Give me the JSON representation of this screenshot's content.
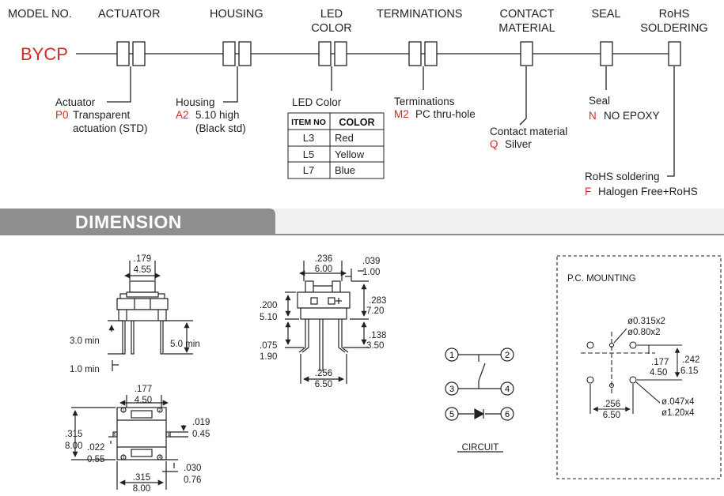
{
  "headers": {
    "model_no": "MODEL NO.",
    "actuator": "ACTUATOR",
    "housing": "HOUSING",
    "led_color_1": "LED",
    "led_color_2": "COLOR",
    "terminations": "TERMINATIONS",
    "contact_material_1": "CONTACT",
    "contact_material_2": "MATERIAL",
    "seal": "SEAL",
    "rohs_1": "RoHS",
    "rohs_2": "SOLDERING"
  },
  "model_prefix": "BYCP",
  "options": {
    "actuator": {
      "title": "Actuator",
      "code": "P0",
      "text_1": "Transparent",
      "text_2": "actuation (STD)"
    },
    "housing": {
      "title": "Housing",
      "code": "A2",
      "text_1": "5.10 high",
      "text_2": "(Black std)"
    },
    "led": {
      "title": "LED Color"
    },
    "terminations": {
      "title": "Terminations",
      "code": "M2",
      "text": "PC thru-hole"
    },
    "contact": {
      "title": "Contact material",
      "code": "Q",
      "text": "Silver"
    },
    "seal": {
      "title": "Seal",
      "code": "N",
      "text": "NO EPOXY"
    },
    "rohs": {
      "title": "RoHS soldering",
      "code": "F",
      "text": "Halogen Free+RoHS"
    }
  },
  "led_table": {
    "headers": [
      "ITEM NO",
      "COLOR"
    ],
    "rows": [
      [
        "L3",
        "Red"
      ],
      [
        "L5",
        "Yellow"
      ],
      [
        "L7",
        "Blue"
      ]
    ]
  },
  "section_title": "DIMENSION",
  "colors": {
    "accent_red": "#d52a2a",
    "band_gray": "#8e8e8e",
    "line": "#222222"
  },
  "dims": {
    "front": {
      "top_in": ".179",
      "top_mm": "4.55",
      "left_min": "3.0 min",
      "right_min": "5.0 min",
      "bottom_min": "1.0 min"
    },
    "bottom_view": {
      "top_in": ".177",
      "top_mm": "4.50",
      "left_in": ".315",
      "left_mm": "8.00",
      "inner_in": ".022",
      "inner_mm": "0.55",
      "right_in": ".019",
      "right_mm": "0.45",
      "br_in": ".030",
      "br_mm": "0.76",
      "bottom_in": ".315",
      "bottom_mm": "8.00",
      "pins": [
        "1",
        "2",
        "3",
        "4",
        "5",
        "6"
      ]
    },
    "side": {
      "top_in": ".236",
      "top_mm": "6.00",
      "tr_in": ".039",
      "tr_mm": "1.00",
      "left_in": ".200",
      "left_mm": "5.10",
      "left2_in": ".075",
      "left2_mm": "1.90",
      "right_in": ".283",
      "right_mm": "7.20",
      "right2_in": ".138",
      "right2_mm": "3.50",
      "bottom_in": ".256",
      "bottom_mm": "6.50"
    },
    "circuit": {
      "pins": [
        "1",
        "2",
        "3",
        "4",
        "5",
        "6"
      ],
      "label": "CIRCUIT"
    },
    "pcb": {
      "title": "P.C. MOUNTING",
      "hole_small_in": "ø0.315x2",
      "hole_small_mm": "ø0.80x2",
      "right_in": ".242",
      "right_mm": "6.15",
      "mid_in": ".177",
      "mid_mm": "4.50",
      "hole_big_in": "ø.047x4",
      "hole_big_mm": "ø1.20x4",
      "bottom_in": ".256",
      "bottom_mm": "6.50"
    }
  }
}
